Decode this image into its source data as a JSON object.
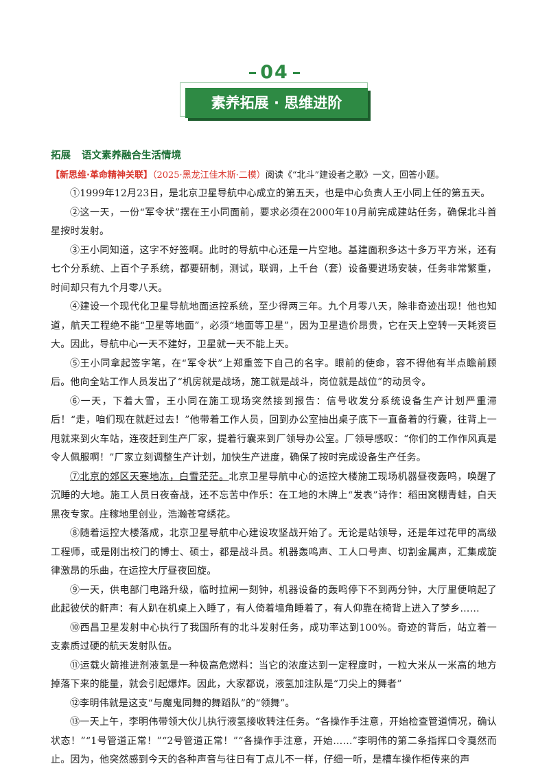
{
  "header": {
    "number": "04",
    "title": "素养拓展 · 思维进阶"
  },
  "section": {
    "label": "拓展",
    "title": "语文素养融合生活情境"
  },
  "source": {
    "tag": "【新思维·革命精神关联】",
    "info": "（2025·黑龙江佳木斯·二模）",
    "text": "阅读《“北斗”建设者之歌》一文，回答小题。"
  },
  "paragraphs": [
    "①1999年12月23日，是北京卫星导航中心成立的第五天，也是中心负责人王小同上任的第五天。",
    "②这一天，一份“军令状”摆在王小同面前，要求必须在2000年10月前完成建站任务，确保北斗首星按时发射。",
    "③王小同知道，这字不好签啊。此时的导航中心还是一片空地。基建面积多达十多万平方米，还有七个分系统、上百个子系统，都要研制，测试，联调，上千台（套）设备要进场安装，任务非常繁重，时间却只有九个月零八天。",
    "④建设一个现代化卫星导航地面运控系统，至少得两三年。九个月零八天，除非奇迹出现！他也知道，航天工程绝不能“卫星等地面”，必须“地面等卫星”，因为卫星造价昂贵，它在天上空转一天耗资巨大。因此，导航中心一天不建好，卫星就一天不能上天。",
    "⑤王小同拿起签字笔，在“军令状”上郑重签下自己的名字。眼前的使命，容不得他有半点瞻前顾后。他向全站工作人员发出了“机房就是战场，施工就是战斗，岗位就是战位”的动员令。",
    "⑥一天，下着大雪，王小同在施工现场突然接到报告：信号收发分系统设备生产计划严重滞后！“走，咱们现在就赶过去！”他带着工作人员，回到办公室抽出桌子底下一直备着的行囊，往背上一甩就来到火车站，连夜赶到生产厂家，提着行囊来到厂领导办公室。厂领导感叹：“你们的工作作风真是令人佩服啊！”厂家立刻调整生产计划，加快生产进度，确保了按时完成设备生产任务。",
    "⑧随着运控大楼落成，北京卫星导航中心建设攻坚战开始了。无论是站领导，还是年过花甲的高级工程师，或是刚出校门的博士、硕士，都是战斗员。机器轰鸣声、工人口号声、切割金属声，汇集成旋律激昂的乐曲，在运控大厅昼夜回旋。",
    "⑨一天，供电部门电路升级，临时拉闸一刻钟，机器设备的轰鸣停下不到两分钟，大厅里便响起了此起彼伏的鼾声：有人趴在机桌上入睡了，有人倚着墙角睡着了，有人仰靠在椅背上进入了梦乡……",
    "⑩西昌卫星发射中心执行了我国所有的北斗发射任务，成功率达到100%。奇迹的背后，站立着一支素质过硬的航天发射队伍。",
    "⑪运载火箭推进剂液氢是一种极高危燃料：当它的浓度达到一定程度时，一粒大米从一米高的地方掉落下来的能量，就会引起爆炸。因此，大家都说，液氢加注队是“刀尖上的舞者”",
    "⑫李明伟就是这支“与魔鬼同舞的舞蹈队”的“领舞”。",
    "⑬一天上午，李明伟带领大伙儿执行液氢接收转注任务。“各操作手注意，开始检查管道情况，确认状态！”“1号管道正常！”“2号管道正常！”“各操作手注意，开始……”李明伟的第二条指挥口令戛然而止。因为，他突然感到今天的各种声音与往日有丁点儿不一样，仔细一听，是槽车操作柜传来的声"
  ],
  "para7": {
    "underlined": "⑦北京的郊区天寒地冻，白雪茫茫。",
    "rest": "北京卫星导航中心的运控大楼施工现场机器昼夜轰鸣，唤醒了沉睡的大地。施工人员日夜奋战，还不忘苦中作乐：在工地的木牌上“发表”诗作：稻田窝棚青蛙，白天黑夜专家。庄稼地里创业，浩瀚苍穹绣花。"
  }
}
